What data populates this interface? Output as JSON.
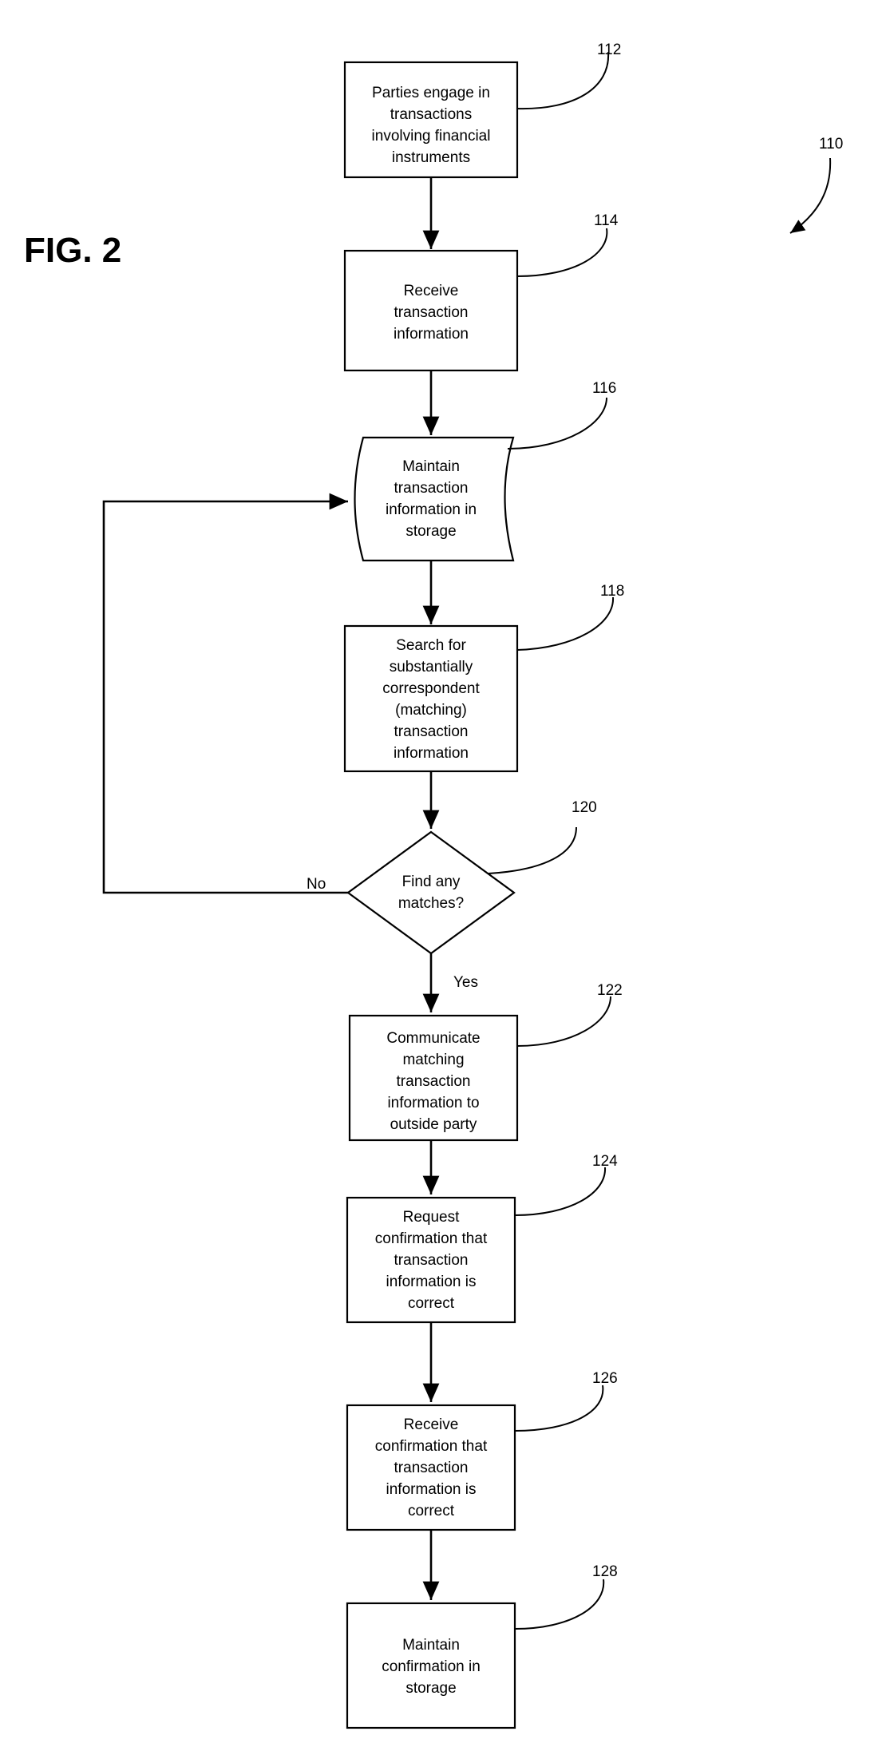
{
  "figure": {
    "title": "FIG. 2",
    "ref": "110"
  },
  "steps": [
    {
      "ref": "112",
      "shape": "process",
      "lines": [
        "Parties engage in",
        "transactions",
        "involving financial",
        "instruments"
      ]
    },
    {
      "ref": "114",
      "shape": "process",
      "lines": [
        "Receive",
        "transaction",
        "information"
      ]
    },
    {
      "ref": "116",
      "shape": "storage",
      "lines": [
        "Maintain",
        "transaction",
        "information in",
        "storage"
      ]
    },
    {
      "ref": "118",
      "shape": "process",
      "lines": [
        "Search for",
        "substantially",
        "correspondent",
        "(matching)",
        "transaction",
        "information"
      ]
    },
    {
      "ref": "120",
      "shape": "decision",
      "lines": [
        "Find any",
        "matches?"
      ]
    },
    {
      "ref": "122",
      "shape": "process",
      "lines": [
        "Communicate",
        "matching",
        "transaction",
        "information to",
        "outside party"
      ]
    },
    {
      "ref": "124",
      "shape": "process",
      "lines": [
        "Request",
        "confirmation that",
        "transaction",
        "information is",
        "correct"
      ]
    },
    {
      "ref": "126",
      "shape": "process",
      "lines": [
        "Receive",
        "confirmation that",
        "transaction",
        "information is",
        "correct"
      ]
    },
    {
      "ref": "128",
      "shape": "process",
      "lines": [
        "Maintain",
        "confirmation in",
        "storage"
      ]
    }
  ],
  "branches": {
    "no": "No",
    "yes": "Yes"
  }
}
